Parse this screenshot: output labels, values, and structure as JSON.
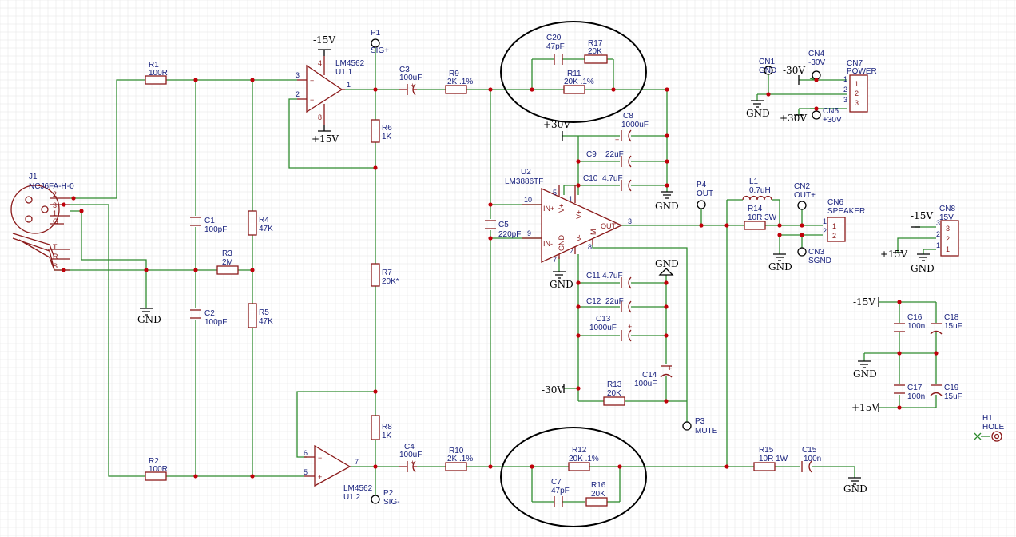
{
  "components": {
    "J1": {
      "ref": "J1",
      "value": "NCJ6FA-H-0",
      "pins": [
        "2",
        "3",
        "1",
        "G",
        "T",
        "R",
        "S"
      ]
    },
    "R1": {
      "ref": "R1",
      "value": "100R"
    },
    "R2": {
      "ref": "R2",
      "value": "100R"
    },
    "R3": {
      "ref": "R3",
      "value": "2M"
    },
    "R4": {
      "ref": "R4",
      "value": "47K"
    },
    "R5": {
      "ref": "R5",
      "value": "47K"
    },
    "R6": {
      "ref": "R6",
      "value": "1K"
    },
    "R7": {
      "ref": "R7",
      "value": "20K*"
    },
    "R8": {
      "ref": "R8",
      "value": "1K"
    },
    "R9": {
      "ref": "R9",
      "value": "2K .1%"
    },
    "R10": {
      "ref": "R10",
      "value": "2K .1%"
    },
    "R11": {
      "ref": "R11",
      "value": "20K .1%"
    },
    "R12": {
      "ref": "R12",
      "value": "20K .1%"
    },
    "R13": {
      "ref": "R13",
      "value": "20K"
    },
    "R14": {
      "ref": "R14",
      "value": "10R 3W"
    },
    "R15": {
      "ref": "R15",
      "value": "10R 1W"
    },
    "R16": {
      "ref": "R16",
      "value": "20K"
    },
    "R17": {
      "ref": "R17",
      "value": "20K"
    },
    "C1": {
      "ref": "C1",
      "value": "100pF"
    },
    "C2": {
      "ref": "C2",
      "value": "100pF"
    },
    "C3": {
      "ref": "C3",
      "value": "100uF"
    },
    "C4": {
      "ref": "C4",
      "value": "100uF"
    },
    "C5": {
      "ref": "C5",
      "value": "220pF"
    },
    "C7": {
      "ref": "C7",
      "value": "47pF"
    },
    "C8": {
      "ref": "C8",
      "value": "1000uF"
    },
    "C9": {
      "ref": "C9",
      "value": "22uF"
    },
    "C10": {
      "ref": "C10",
      "value": "4.7uF"
    },
    "C11": {
      "ref": "C11",
      "value": "4.7uF"
    },
    "C12": {
      "ref": "C12",
      "value": "22uF"
    },
    "C13": {
      "ref": "C13",
      "value": "1000uF"
    },
    "C14": {
      "ref": "C14",
      "value": "100uF"
    },
    "C15": {
      "ref": "C15",
      "value": "100n"
    },
    "C16": {
      "ref": "C16",
      "value": "100n"
    },
    "C17": {
      "ref": "C17",
      "value": "100n"
    },
    "C18": {
      "ref": "C18",
      "value": "15uF"
    },
    "C19": {
      "ref": "C19",
      "value": "15uF"
    },
    "C20": {
      "ref": "C20",
      "value": "47pF"
    },
    "L1": {
      "ref": "L1",
      "value": "0.7uH"
    },
    "U11": {
      "ref": "LM4562",
      "value": "U1.1",
      "pins": {
        "noninv": "3",
        "inv": "2",
        "out": "1",
        "vneg": "4",
        "vpos": "8"
      }
    },
    "U12": {
      "ref": "LM4562",
      "value": "U1.2",
      "pins": {
        "inv": "6",
        "noninv": "5",
        "out": "7"
      }
    },
    "U2": {
      "ref": "U2",
      "value": "LM3886TF",
      "pins": {
        "inp": "10",
        "inn": "9",
        "vp1": "5",
        "vp2": "1",
        "out": "3",
        "gnd": "7",
        "vm": "4",
        "mute": "8"
      },
      "pinlabels": {
        "inp": "IN+",
        "inn": "IN-",
        "vp1": "V+",
        "vp2": "V+",
        "out": "OUT",
        "gnd": "GND",
        "vm": "V-",
        "mute": "M"
      }
    },
    "P1": {
      "ref": "P1",
      "value": "SIG+"
    },
    "P2": {
      "ref": "P2",
      "value": "SIG-"
    },
    "P3": {
      "ref": "P3",
      "value": "MUTE"
    },
    "P4": {
      "ref": "P4",
      "value": "OUT"
    },
    "CN1": {
      "ref": "CN1",
      "value": "GND"
    },
    "CN2": {
      "ref": "CN2",
      "value": "OUT+"
    },
    "CN3": {
      "ref": "CN3",
      "value": "SGND"
    },
    "CN4": {
      "ref": "CN4",
      "value": "-30V"
    },
    "CN5": {
      "ref": "CN5",
      "value": "+30V"
    },
    "CN6": {
      "ref": "CN6",
      "value": "SPEAKER",
      "pins": [
        "1",
        "2"
      ]
    },
    "CN7": {
      "ref": "CN7",
      "value": "POWER",
      "pins": [
        "1",
        "2",
        "3"
      ]
    },
    "CN8": {
      "ref": "CN8",
      "value": "15V",
      "pins": [
        "3",
        "2",
        "1"
      ]
    },
    "H1": {
      "ref": "H1",
      "value": "HOLE"
    }
  },
  "nets": {
    "gnd": "GND",
    "m15": "-15V",
    "p15": "+15V",
    "m30": "-30V",
    "p30": "+30V"
  }
}
